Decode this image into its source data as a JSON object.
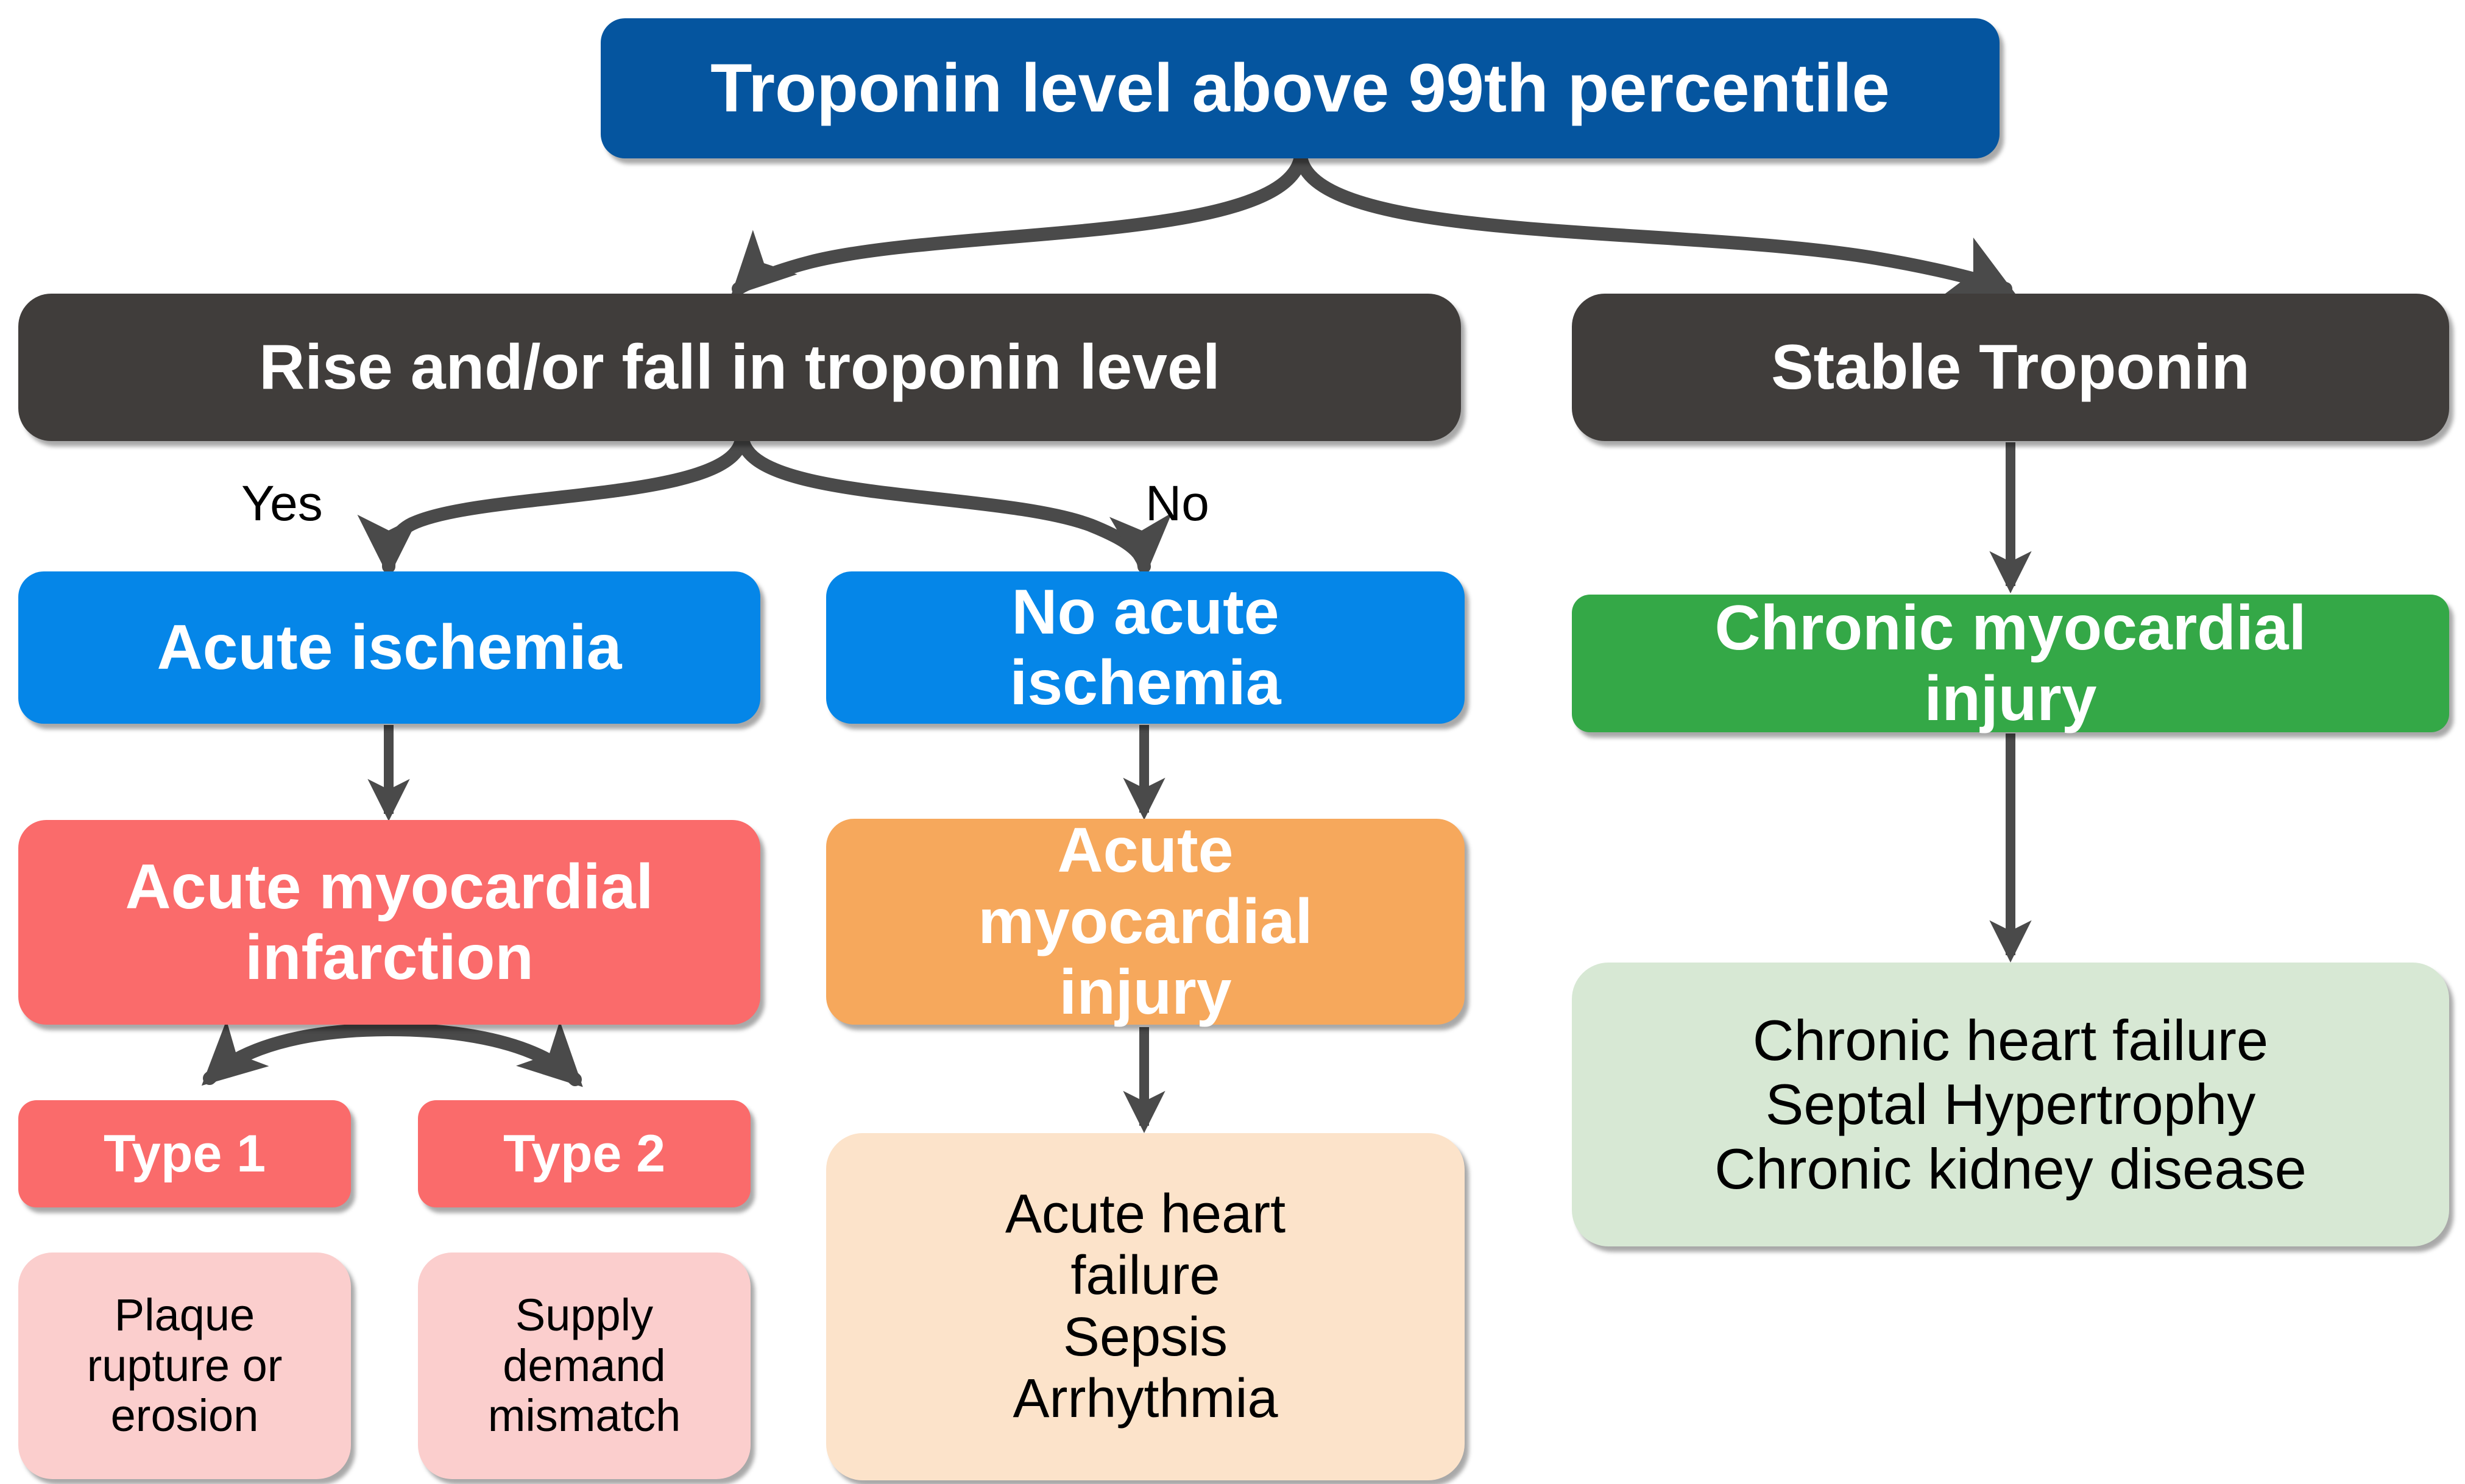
{
  "diagram": {
    "title": "Troponin elevation diagnostic algorithm",
    "colors": {
      "root_blue": "#05559F",
      "dark_gray": "#403D3B",
      "bright_blue": "#0586E8",
      "red": "#FA6B6B",
      "orange": "#F6A85C",
      "green": "#34A847",
      "light_pink": "#FBCECD",
      "peach": "#FCE3CA",
      "light_green": "#D7E8D4",
      "arrow": "#4A4A4A",
      "background": "#FFFFFF"
    },
    "nodes": {
      "root": "Troponin level above 99th percentile",
      "rise_fall": "Rise and/or fall in troponin level",
      "stable": "Stable Troponin",
      "acute_ischemia": "Acute ischemia",
      "no_acute_ischemia": "No acute\nischemia",
      "chronic_myocardial_injury": "Chronic myocardial\ninjury",
      "acute_myocardial_infarction": "Acute myocardial\ninfarction",
      "acute_myocardial_injury": "Acute\nmyocardial\ninjury",
      "type1": "Type 1",
      "type2": "Type 2",
      "plaque": "Plaque\nrupture or\nerosion",
      "supply": "Supply\ndemand\nmismatch",
      "acute_causes": "Acute heart\nfailure\nSepsis\nArrhythmia",
      "chronic_causes": "Chronic heart failure\nSeptal Hypertrophy\nChronic kidney disease"
    },
    "edge_labels": {
      "yes": "Yes",
      "no": "No"
    },
    "edges": [
      {
        "from": "root",
        "to": "rise_fall",
        "label": ""
      },
      {
        "from": "root",
        "to": "stable",
        "label": ""
      },
      {
        "from": "rise_fall",
        "to": "acute_ischemia",
        "label": "Yes"
      },
      {
        "from": "rise_fall",
        "to": "no_acute_ischemia",
        "label": "No"
      },
      {
        "from": "stable",
        "to": "chronic_myocardial_injury",
        "label": ""
      },
      {
        "from": "acute_ischemia",
        "to": "acute_myocardial_infarction",
        "label": ""
      },
      {
        "from": "no_acute_ischemia",
        "to": "acute_myocardial_injury",
        "label": ""
      },
      {
        "from": "chronic_myocardial_injury",
        "to": "chronic_causes",
        "label": ""
      },
      {
        "from": "acute_myocardial_infarction",
        "to": "type1",
        "label": ""
      },
      {
        "from": "acute_myocardial_infarction",
        "to": "type2",
        "label": ""
      },
      {
        "from": "acute_myocardial_injury",
        "to": "acute_causes",
        "label": ""
      }
    ]
  }
}
